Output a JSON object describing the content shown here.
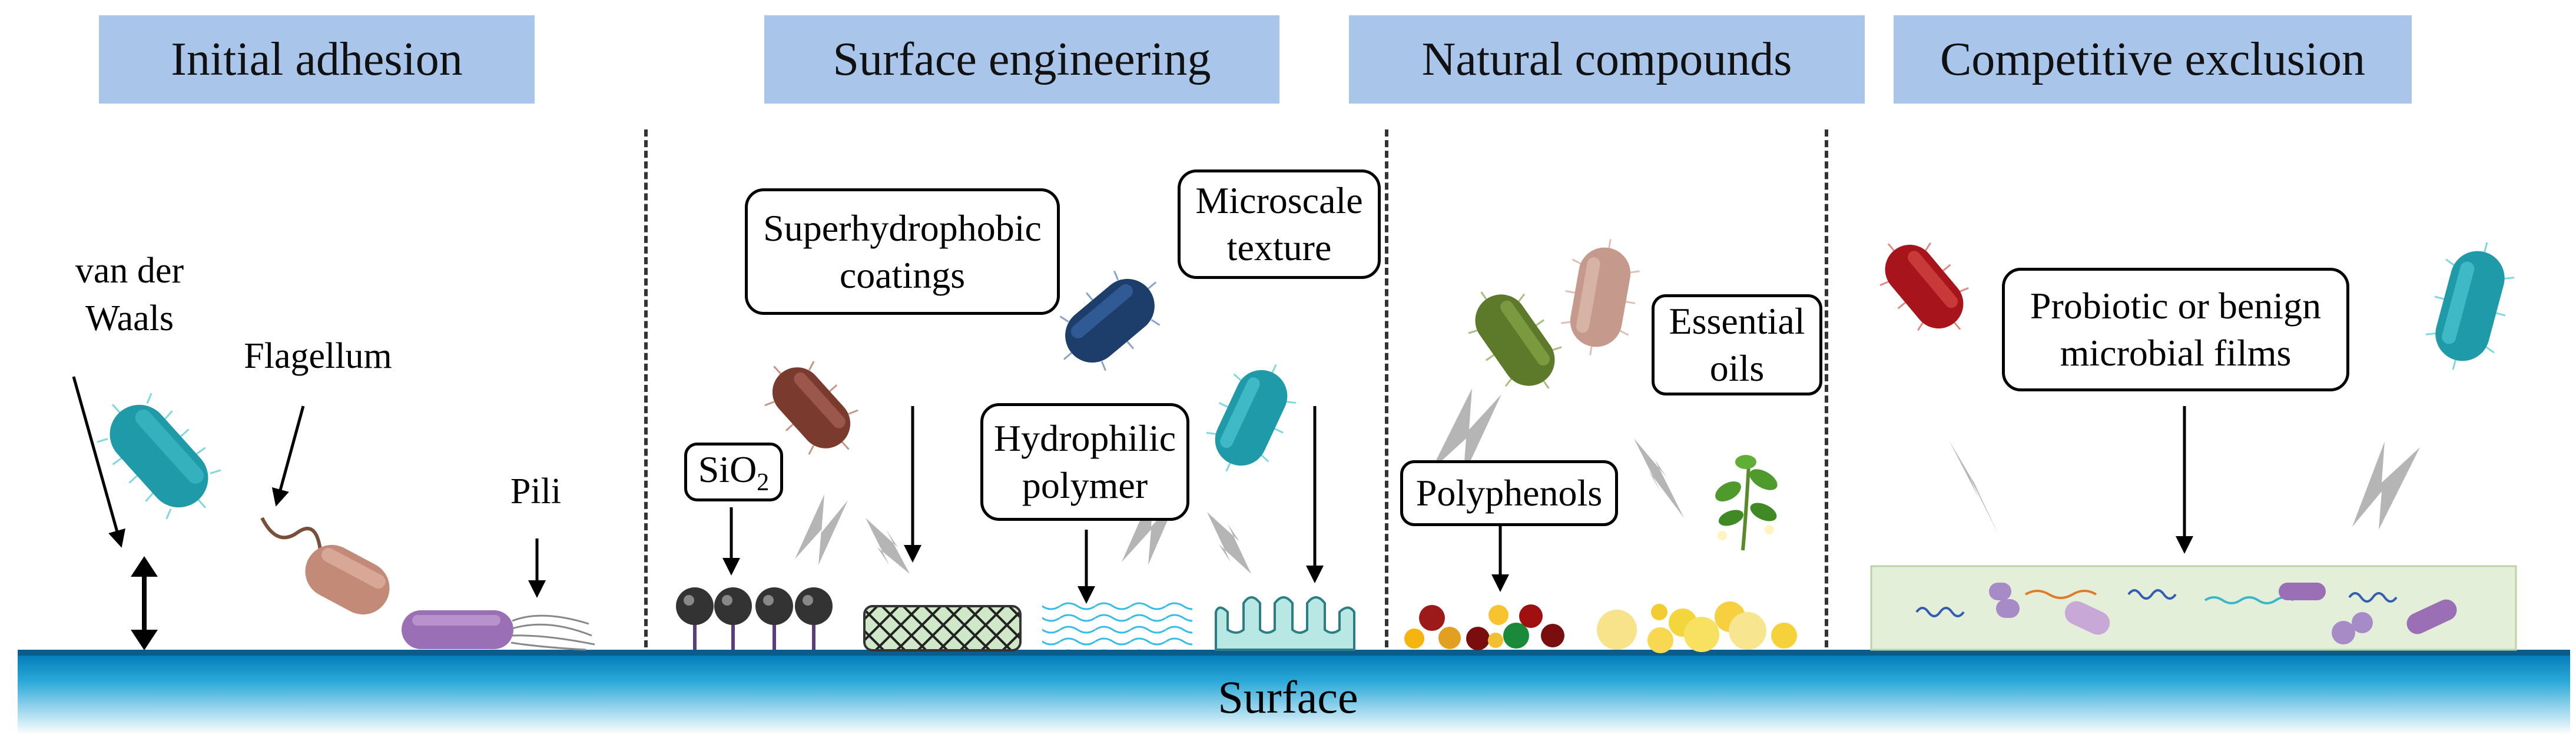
{
  "headers": {
    "initial_adhesion": "Initial adhesion",
    "surface_engineering": "Surface engineering",
    "natural_compounds": "Natural compounds",
    "competitive_exclusion": "Competitive exclusion"
  },
  "labels": {
    "van_der_waals_line1": "van der",
    "van_der_waals_line2": "Waals",
    "flagellum": "Flagellum",
    "pili": "Pili",
    "superhydrophobic_line1": "Superhydrophobic",
    "superhydrophobic_line2": "coatings",
    "microscale_line1": "Microscale",
    "microscale_line2": "texture",
    "sio2_base": "SiO",
    "sio2_sub": "2",
    "hydrophilic_line1": "Hydrophilic",
    "hydrophilic_line2": "polymer",
    "essential_line1": "Essential",
    "essential_line2": "oils",
    "polyphenols": "Polyphenols",
    "probiotic_line1": "Probiotic or benign",
    "probiotic_line2": "microbial films",
    "surface": "Surface"
  },
  "colors": {
    "header_bg": "#a9c6ea",
    "surface_top": "#0077b6",
    "surface_bottom": "#ffffff",
    "teal_bacterium": "#1f9aa8",
    "brown_bacterium": "#7a3b2e",
    "navy_bacterium": "#1d3d6b",
    "olive_bacterium": "#5c7a2a",
    "pink_bacterium": "#c59a8c",
    "red_bacterium": "#a8141c",
    "purple_cell": "#9b6fb5",
    "film_bg": "#e3efd9"
  }
}
